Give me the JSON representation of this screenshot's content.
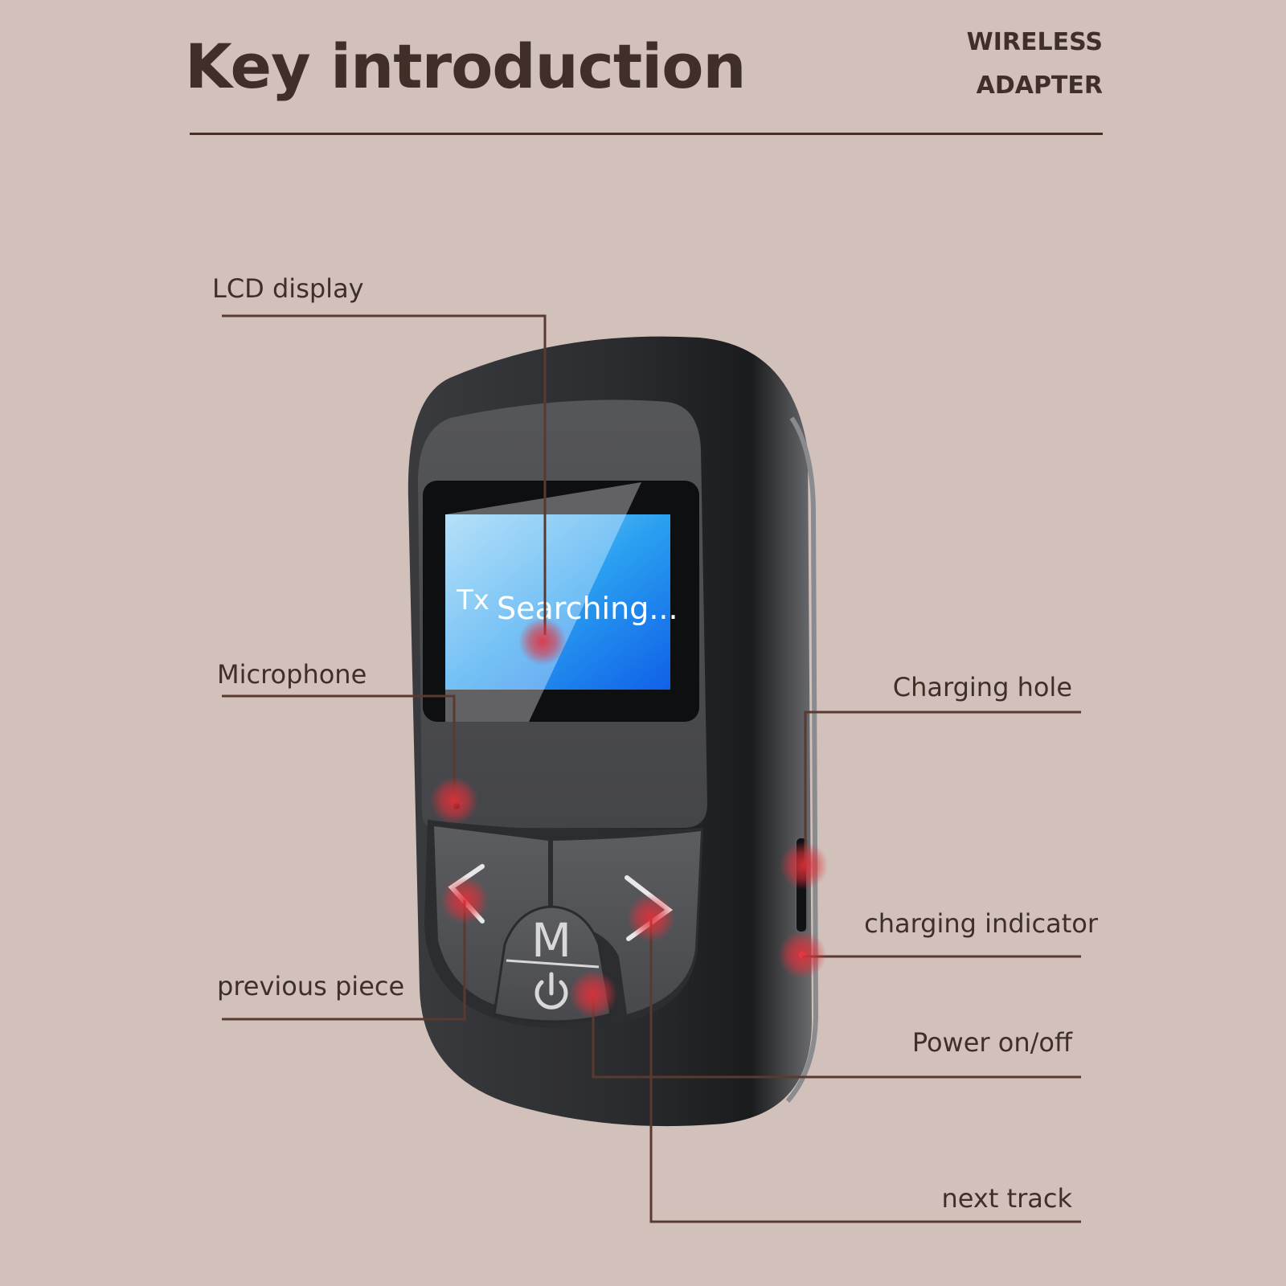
{
  "header": {
    "title": "Key introduction",
    "brand_line1": "WIRELESS",
    "brand_line2": "ADAPTER"
  },
  "device": {
    "screen_line1": "Tx",
    "screen_line2": "Searching...",
    "mode_key": "M"
  },
  "callouts": {
    "lcd_display": "LCD display",
    "microphone": "Microphone",
    "previous_piece": "previous piece",
    "charging_hole": "Charging hole",
    "charging_indicator": "charging indicator",
    "power": "Power on/off",
    "next_track": "next track"
  },
  "colors": {
    "background": "#d1c1ba",
    "text": "#3f2f28",
    "leader_line": "#5a3a30",
    "marker": "#e0303a"
  }
}
